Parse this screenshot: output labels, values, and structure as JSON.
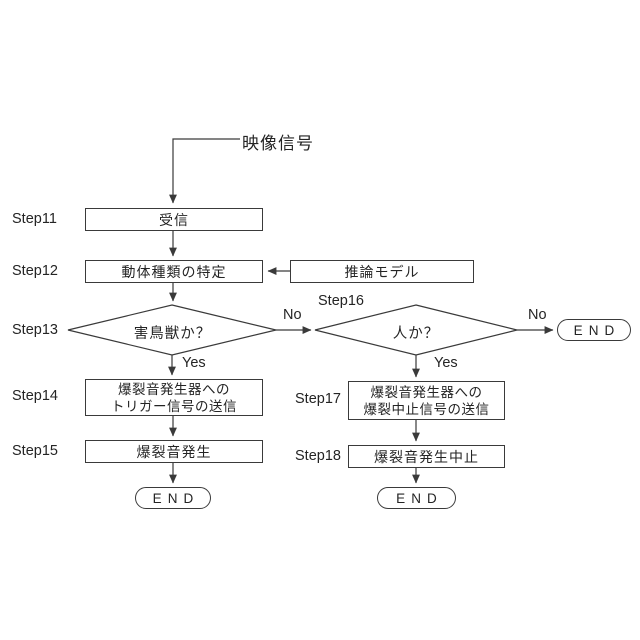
{
  "colors": {
    "background": "#ffffff",
    "line": "#3a3a3a",
    "text": "#242424"
  },
  "input_signal": {
    "label": "映像信号"
  },
  "nodes": {
    "step11": {
      "step": "Step11",
      "text": "受信"
    },
    "step12": {
      "step": "Step12",
      "text": "動体種類の特定"
    },
    "inference": {
      "text": "推論モデル"
    },
    "step13": {
      "step": "Step13",
      "text": "害鳥獣か？"
    },
    "step14": {
      "step": "Step14",
      "line1": "爆裂音発生器への",
      "line2": "トリガー信号の送信"
    },
    "step15": {
      "step": "Step15",
      "text": "爆裂音発生"
    },
    "step16": {
      "step": "Step16",
      "text": "人か？"
    },
    "step17": {
      "step": "Step17",
      "line1": "爆裂音発生器への",
      "line2": "爆裂中止信号の送信"
    },
    "step18": {
      "step": "Step18",
      "text": "爆裂音発生中止"
    },
    "end_left": {
      "text": "END"
    },
    "end_mid": {
      "text": "END"
    },
    "end_right": {
      "text": "END"
    }
  },
  "branches": {
    "step13_yes": "Yes",
    "step13_no": "No",
    "step16_yes": "Yes",
    "step16_no": "No"
  }
}
